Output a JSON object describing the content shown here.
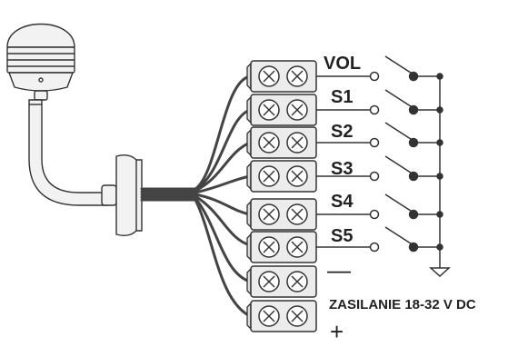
{
  "diagram": {
    "terminal_labels": [
      "VOL",
      "S1",
      "S2",
      "S3",
      "S4",
      "S5"
    ],
    "power_label": "ZASILANIE 18-32 V DC",
    "minus_sign": "—",
    "plus_sign": "+",
    "colors": {
      "line": "#333333",
      "terminal_fill": "#ececec",
      "lamp_fill": "#f2f2f2",
      "wire": "#444444"
    }
  }
}
